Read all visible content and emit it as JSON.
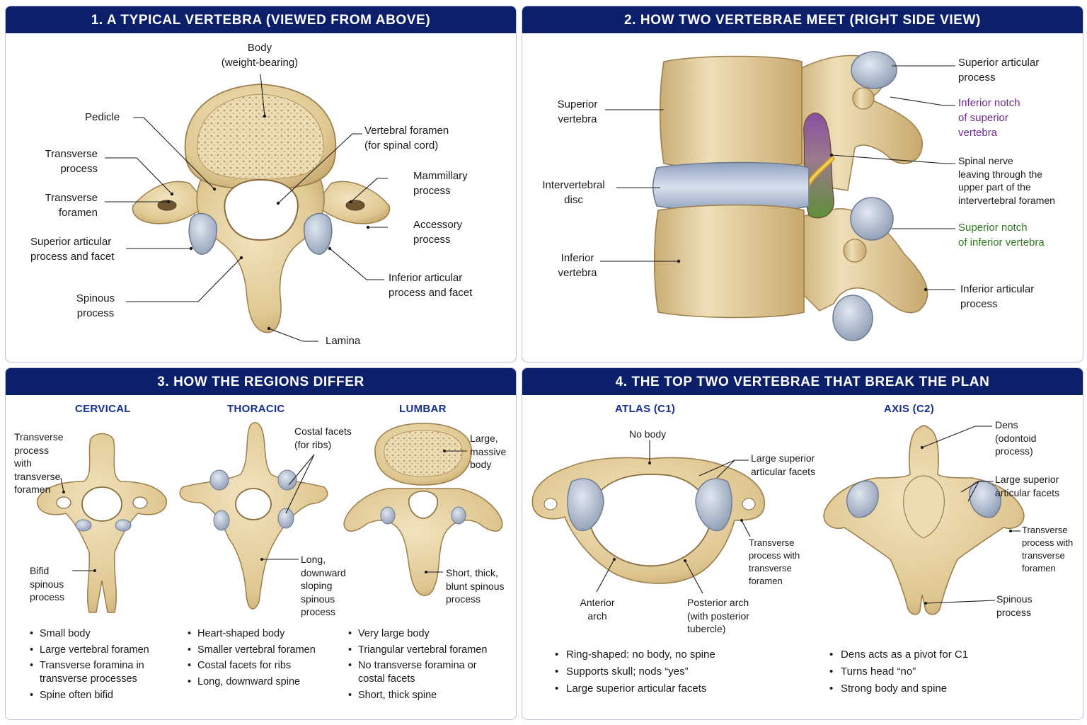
{
  "panels": [
    {
      "title": "1. A TYPICAL VERTEBRA (VIEWED FROM ABOVE)",
      "labels": {
        "body": "Body\n(weight-bearing)",
        "pedicle": "Pedicle",
        "transverse_process": "Transverse\nprocess",
        "transverse_foramen": "Transverse\nforamen",
        "superior_articular": "Superior articular\nprocess and facet",
        "spinous_process": "Spinous\nprocess",
        "vertebral_foramen": "Vertebral foramen\n(for spinal cord)",
        "mammillary_process": "Mammillary\nprocess",
        "accessory_process": "Accessory\nprocess",
        "inferior_articular": "Inferior articular\nprocess and facet",
        "lamina": "Lamina"
      }
    },
    {
      "title": "2. HOW TWO VERTEBRAE MEET (RIGHT SIDE VIEW)",
      "labels": {
        "superior_vertebra": "Superior\nvertebra",
        "intervertebral_disc": "Intervertebral\ndisc",
        "inferior_vertebra": "Inferior\nvertebra",
        "superior_articular_process": "Superior articular\nprocess",
        "inferior_notch": "Inferior notch\nof superior\nvertebra",
        "spinal_nerve": "Spinal nerve\nleaving through the\nupper part of the\nintervertebral foramen",
        "superior_notch": "Superior notch\nof inferior vertebra",
        "inferior_articular_process": "Inferior articular\nprocess"
      }
    },
    {
      "title": "3. HOW THE REGIONS DIFFER",
      "columns": [
        {
          "heading": "CERVICAL",
          "labels": {
            "transverse": "Transverse\nprocess\nwith\ntransverse\nforamen",
            "bifid": "Bifid\nspinous\nprocess"
          },
          "bullets": [
            "Small body",
            "Large vertebral foramen",
            "Transverse foramina in\ntransverse processes",
            "Spine often bifid"
          ]
        },
        {
          "heading": "THORACIC",
          "labels": {
            "costal": "Costal facets\n(for ribs)",
            "spine": "Long,\ndownward\nsloping\nspinous\nprocess"
          },
          "bullets": [
            "Heart-shaped body",
            "Smaller vertebral foramen",
            "Costal facets for ribs",
            "Long, downward spine"
          ]
        },
        {
          "heading": "LUMBAR",
          "labels": {
            "body": "Large,\nmassive\nbody",
            "spine": "Short, thick,\nblunt spinous\nprocess"
          },
          "bullets": [
            "Very large body",
            "Triangular vertebral foramen",
            "No transverse foramina or\ncostal facets",
            "Short, thick spine"
          ]
        }
      ]
    },
    {
      "title": "4. THE TOP TWO VERTEBRAE THAT BREAK THE PLAN",
      "columns": [
        {
          "heading": "ATLAS (C1)",
          "labels": {
            "no_body": "No body",
            "facets": "Large superior\narticular facets",
            "transverse": "Transverse\nprocess with\ntransverse\nforamen",
            "anterior": "Anterior\narch",
            "posterior": "Posterior arch\n(with posterior\ntubercle)"
          },
          "bullets": [
            "Ring-shaped: no body, no spine",
            "Supports skull; nods “yes”",
            "Large superior articular facets"
          ]
        },
        {
          "heading": "AXIS (C2)",
          "labels": {
            "dens": "Dens\n(odontoid\nprocess)",
            "facets": "Large superior\narticular facets",
            "transverse": "Transverse\nprocess with\ntransverse\nforamen",
            "spinous": "Spinous\nprocess"
          },
          "bullets": [
            "Dens acts as a pivot for C1",
            "Turns head “no”",
            "Strong body and spine"
          ]
        }
      ]
    }
  ],
  "colors": {
    "header": "#0c1f6b",
    "subheading": "#15308f",
    "bone": "#e6d3a6",
    "bone_dark": "#b89a62",
    "cartilage": "#b9c4d6",
    "nerve": "#e7b52b",
    "purple_label": "#6a2a8c",
    "green_label": "#2e7a1e"
  }
}
